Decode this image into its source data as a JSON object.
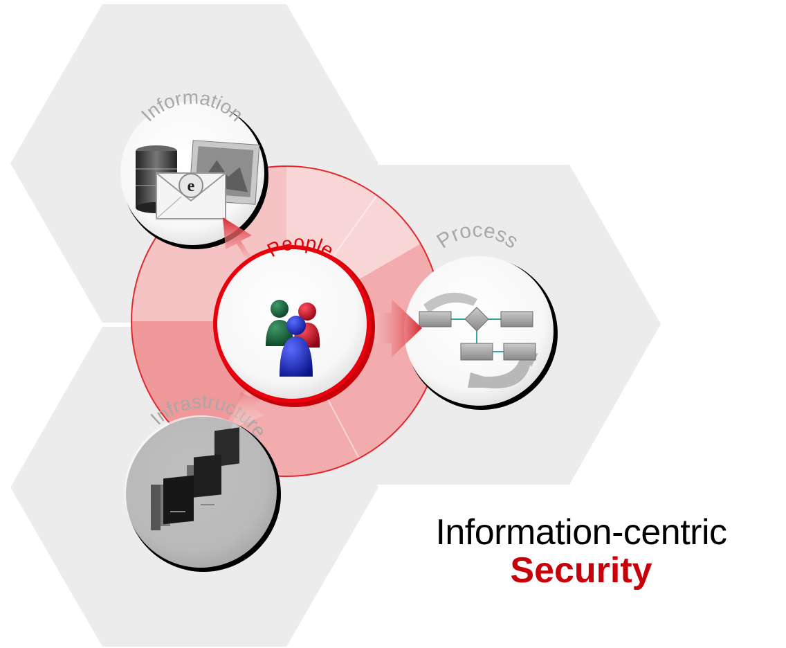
{
  "diagram": {
    "labels": {
      "information": "Information",
      "process": "Process",
      "infrastructure": "Infrastructure",
      "people": "People"
    },
    "email_glyph": "e",
    "icons": {
      "information": "database-email-image-icon",
      "process": "workflow-diagram-icon",
      "infrastructure": "server-rack-icon",
      "people": "people-group-icon"
    }
  },
  "title": {
    "line1": "Information-centric",
    "line2": "Security"
  },
  "colors": {
    "accent": "#c8000a",
    "hexagon": "#ececec",
    "ring": "#f2a9aa"
  }
}
